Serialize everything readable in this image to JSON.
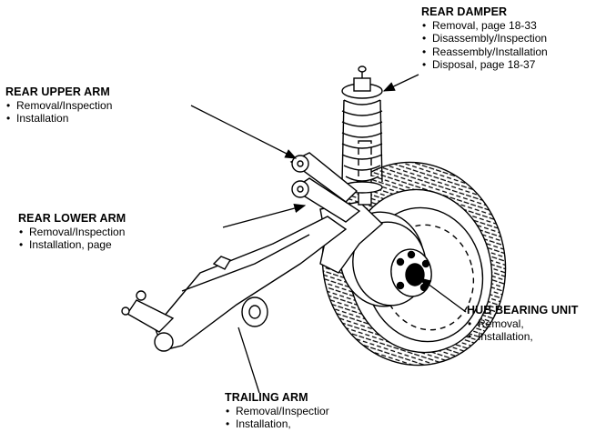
{
  "callouts": {
    "rear_damper": {
      "title": "REAR DAMPER",
      "items": [
        "Removal, page 18-33",
        "Disassembly/Inspection",
        "Reassembly/Installation",
        "Disposal, page 18-37"
      ]
    },
    "rear_upper_arm": {
      "title": "REAR UPPER ARM",
      "items": [
        "Removal/Inspection",
        "Installation"
      ]
    },
    "rear_lower_arm": {
      "title": "REAR LOWER ARM",
      "items": [
        "Removal/Inspection",
        "Installation, page"
      ]
    },
    "hub_bearing_unit": {
      "title": "HUB BEARING UNIT",
      "items": [
        "Removal,",
        "Installation,"
      ]
    },
    "trailing_arm": {
      "title": "TRAILING ARM",
      "items": [
        "Removal/Inspectior",
        "Installation,"
      ]
    }
  }
}
